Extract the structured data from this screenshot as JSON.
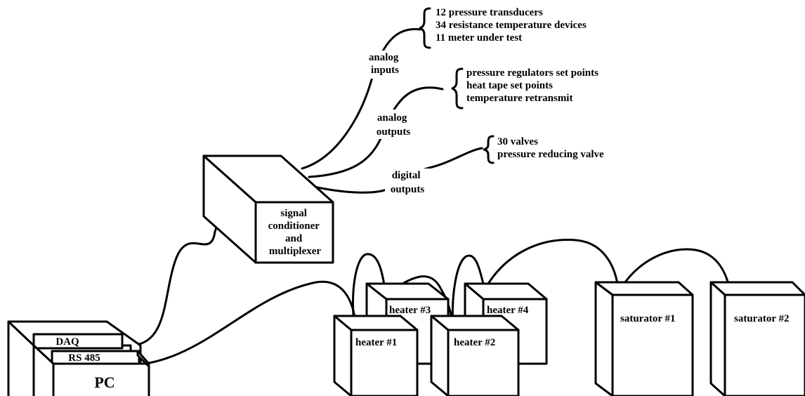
{
  "pc": {
    "label": "PC",
    "cards": {
      "daq": "DAQ",
      "rs485": "RS 485"
    }
  },
  "conditioner": {
    "lines": [
      "signal",
      "conditioner",
      "and",
      "multiplexer"
    ]
  },
  "io": {
    "analog_inputs": {
      "label": [
        "analog",
        "inputs"
      ],
      "items": [
        "12 pressure transducers",
        "34 resistance temperature devices",
        "11 meter under test"
      ]
    },
    "analog_outputs": {
      "label": [
        "analog",
        "outputs"
      ],
      "items": [
        "pressure regulators set points",
        "heat tape set points",
        "temperature retransmit"
      ]
    },
    "digital_outputs": {
      "label": [
        "digital",
        "outputs"
      ],
      "items": [
        "30 valves",
        "pressure reducing valve"
      ]
    }
  },
  "devices": {
    "heater1": "heater #1",
    "heater2": "heater #2",
    "heater3": "heater #3",
    "heater4": "heater #4",
    "saturator1": "saturator #1",
    "saturator2": "saturator #2"
  }
}
